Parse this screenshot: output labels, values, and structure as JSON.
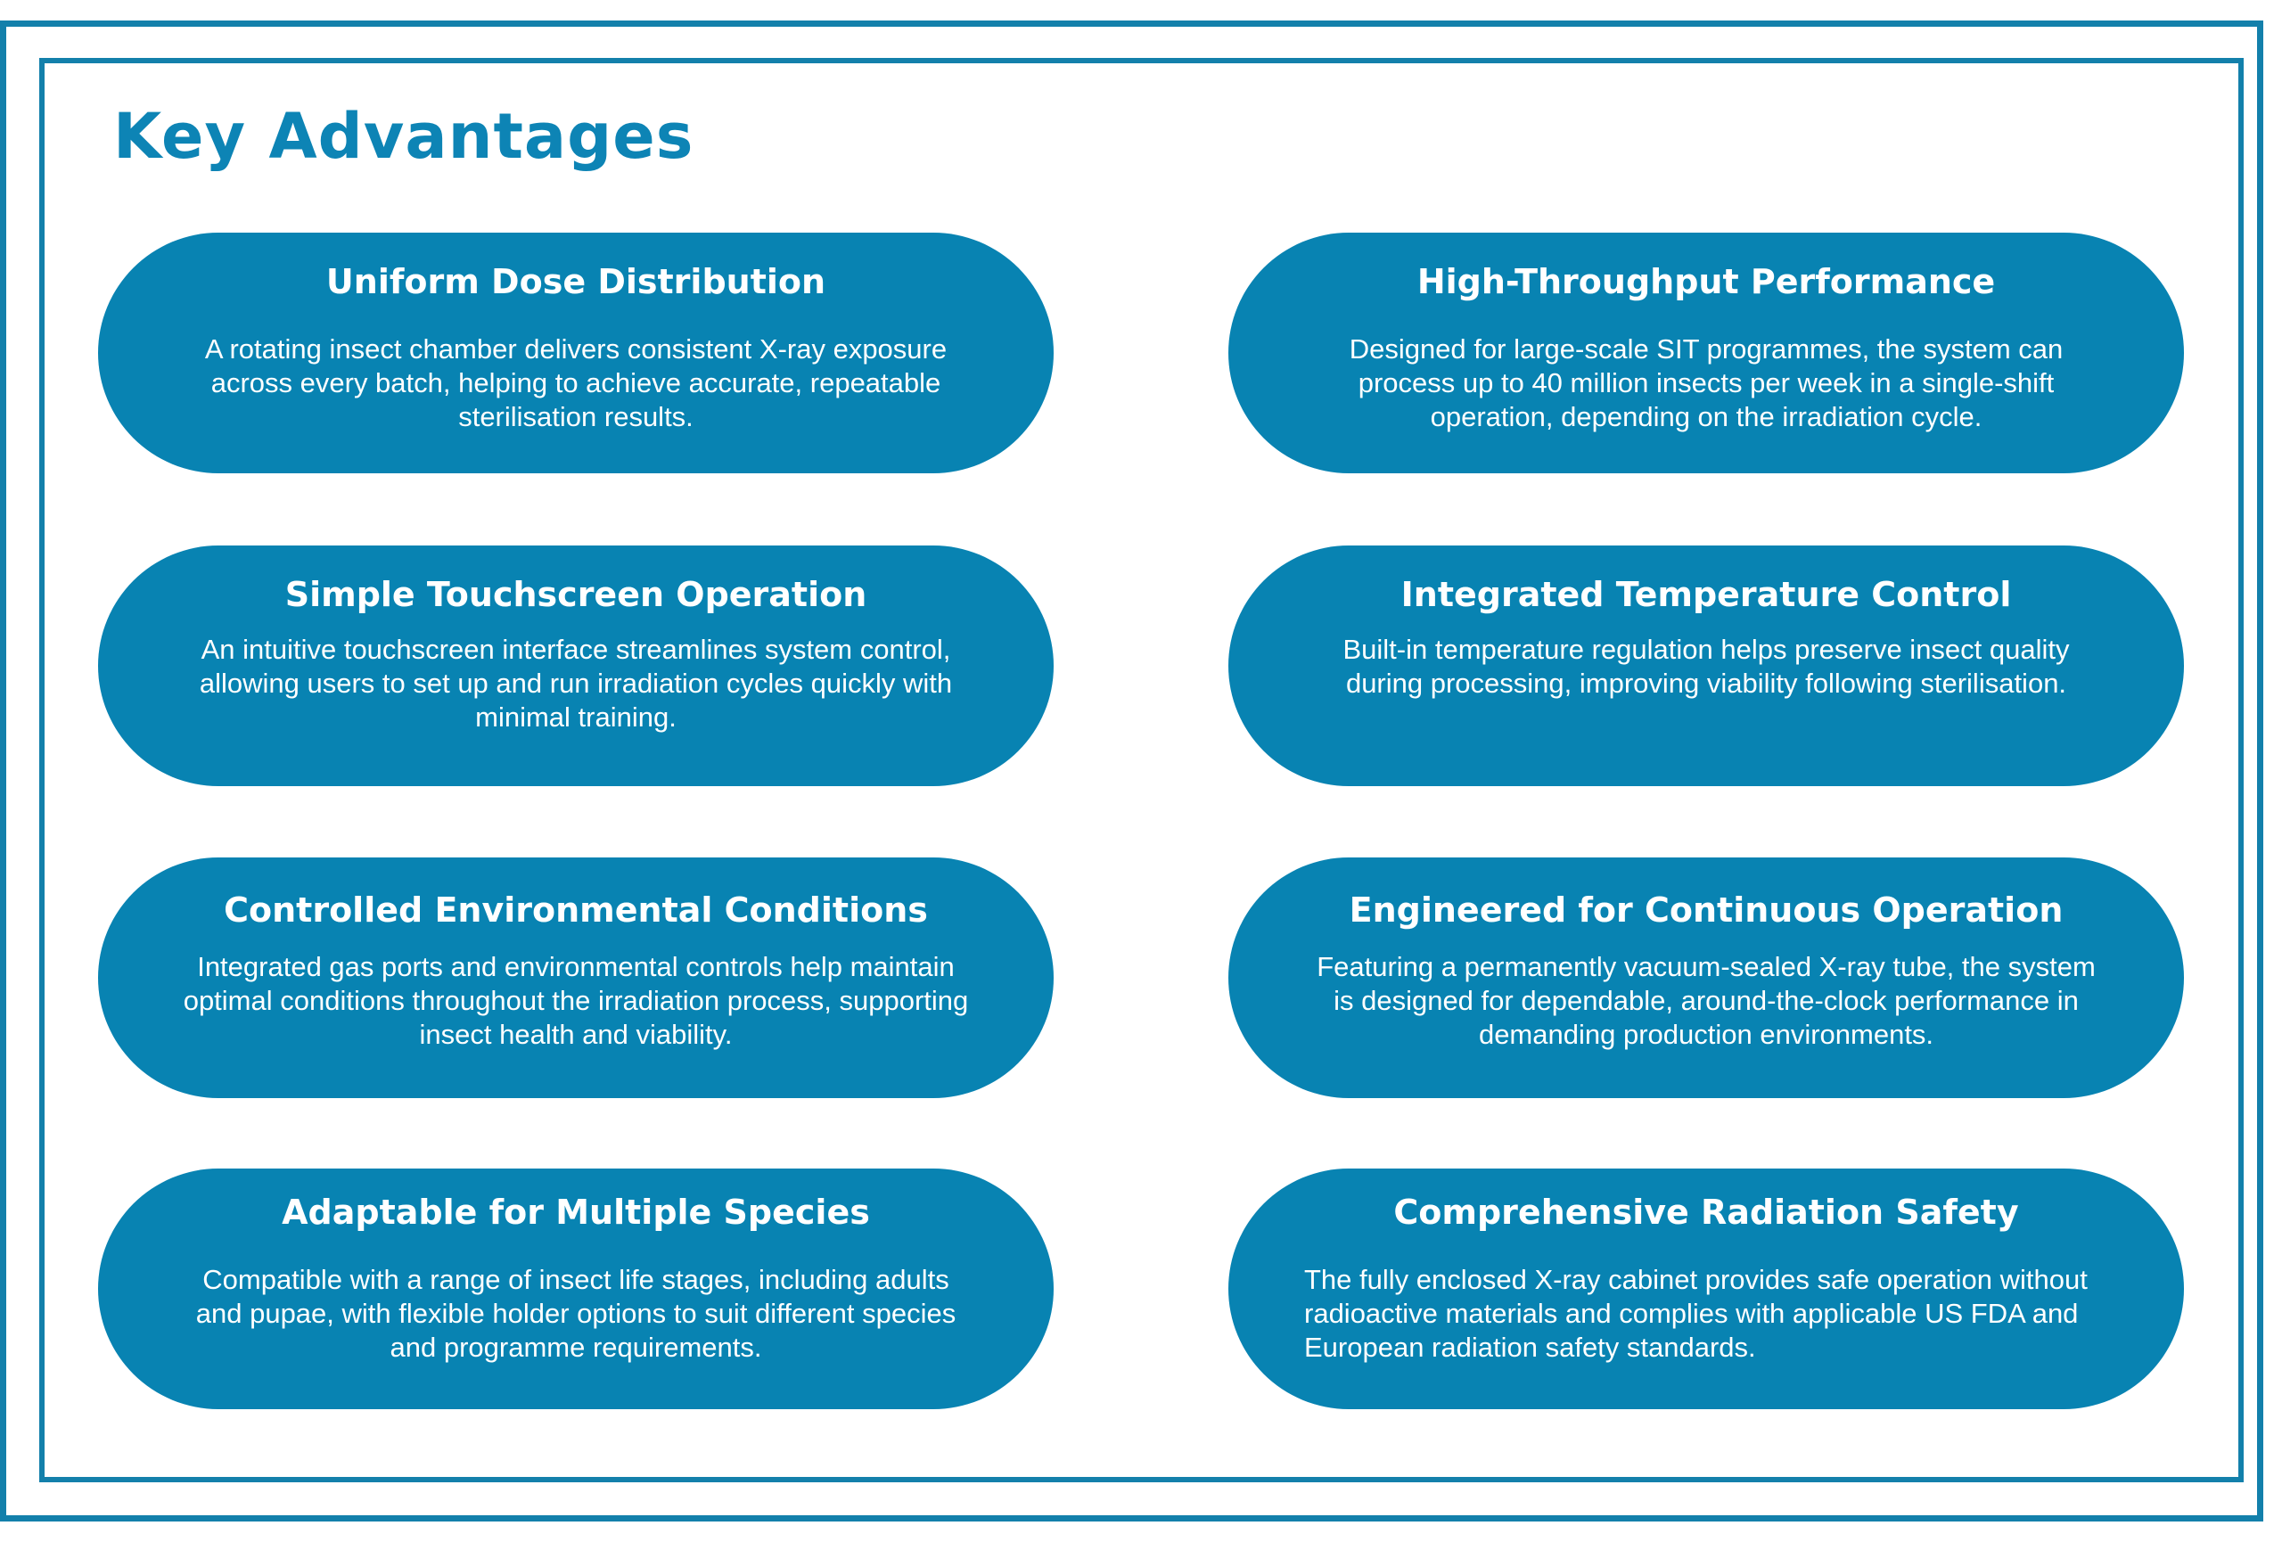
{
  "page": {
    "title": "Key Advantages"
  },
  "theme": {
    "accent": "#0883b2",
    "border": "#1380ab",
    "title_color": "#0d84b5",
    "card_text": "#ffffff",
    "background": "#ffffff"
  },
  "cards": [
    {
      "title": "Uniform Dose Distribution",
      "description": "A rotating insect chamber delivers consistent X-ray exposure across every batch, helping to achieve accurate, repeatable sterilisation results."
    },
    {
      "title": "High-Throughput Performance",
      "description": "Designed for large-scale SIT programmes, the system can process up to 40 million insects per week in a single-shift operation, depending on the irradiation cycle."
    },
    {
      "title": "Simple Touchscreen Operation",
      "description": "An intuitive touchscreen interface streamlines system control, allowing users to set up and run irradiation cycles quickly with minimal training."
    },
    {
      "title": "Integrated Temperature Control",
      "description": "Built-in temperature regulation helps preserve insect quality during processing, improving viability following sterilisation."
    },
    {
      "title": "Controlled Environmental Conditions",
      "description": "Integrated gas ports and environmental controls help maintain optimal conditions throughout the irradiation process, supporting insect health and viability."
    },
    {
      "title": "Engineered for Continuous Operation",
      "description": "Featuring a permanently vacuum-sealed X-ray tube, the system is designed for dependable, around-the-clock performance in demanding production environments."
    },
    {
      "title": "Adaptable for Multiple Species",
      "description": "Compatible with a range of insect life stages, including adults and pupae, with flexible holder options to suit different species and programme requirements."
    },
    {
      "title": "Comprehensive Radiation Safety",
      "description": "The fully enclosed X-ray cabinet provides safe operation without radioactive materials and complies with applicable US FDA and European radiation safety standards."
    }
  ]
}
